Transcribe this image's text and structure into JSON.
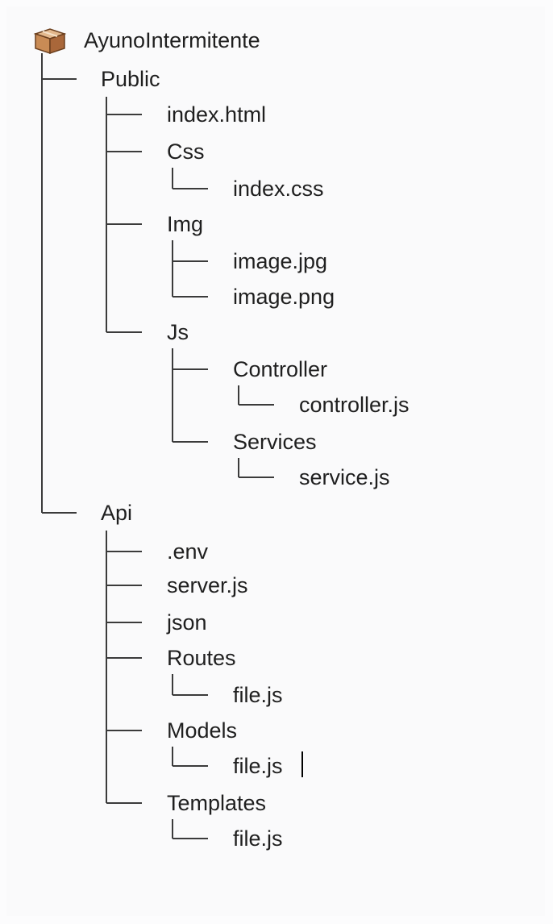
{
  "tree": {
    "root": {
      "label": "AyunoIntermitente",
      "icon": "package-icon"
    },
    "nodes": [
      {
        "id": "public",
        "label": "Public"
      },
      {
        "id": "index-html",
        "label": "index.html"
      },
      {
        "id": "css",
        "label": "Css"
      },
      {
        "id": "index-css",
        "label": "index.css"
      },
      {
        "id": "img",
        "label": "Img"
      },
      {
        "id": "image-jpg",
        "label": "image.jpg"
      },
      {
        "id": "image-png",
        "label": "image.png"
      },
      {
        "id": "js",
        "label": "Js"
      },
      {
        "id": "controller",
        "label": "Controller"
      },
      {
        "id": "controller-js",
        "label": "controller.js"
      },
      {
        "id": "services",
        "label": "Services"
      },
      {
        "id": "service-js",
        "label": "service.js"
      },
      {
        "id": "api",
        "label": "Api"
      },
      {
        "id": "env",
        "label": ".env"
      },
      {
        "id": "server-js",
        "label": "server.js"
      },
      {
        "id": "json",
        "label": "json"
      },
      {
        "id": "routes",
        "label": "Routes"
      },
      {
        "id": "routes-file-js",
        "label": "file.js"
      },
      {
        "id": "models",
        "label": "Models"
      },
      {
        "id": "models-file-js",
        "label": "file.js"
      },
      {
        "id": "templates",
        "label": "Templates"
      },
      {
        "id": "templates-file-js",
        "label": "file.js"
      }
    ]
  }
}
